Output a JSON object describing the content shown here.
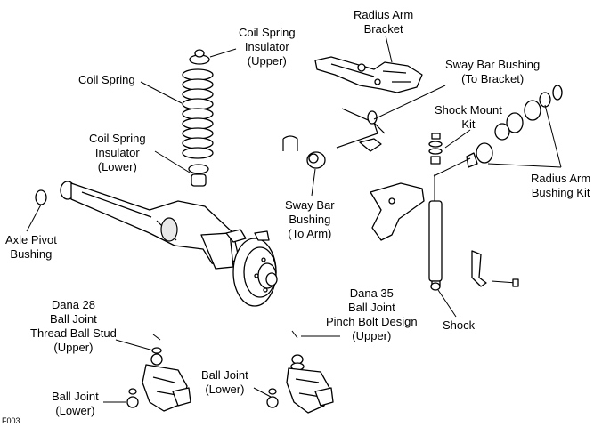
{
  "figure_code": "F003",
  "labels": {
    "radius_arm_bracket": [
      "Radius Arm",
      "Bracket"
    ],
    "coil_spring_insulator_upper": [
      "Coil Spring",
      "Insulator",
      "(Upper)"
    ],
    "coil_spring": [
      "Coil Spring"
    ],
    "sway_bar_bushing_bracket": [
      "Sway Bar Bushing",
      "(To Bracket)"
    ],
    "shock_mount_kit": [
      "Shock Mount",
      "Kit"
    ],
    "coil_spring_insulator_lower": [
      "Coil Spring",
      "Insulator",
      "(Lower)"
    ],
    "radius_arm_bushing_kit": [
      "Radius Arm",
      "Bushing Kit"
    ],
    "sway_bar_bushing_arm": [
      "Sway Bar",
      "Bushing",
      "(To Arm)"
    ],
    "axle_pivot_bushing": [
      "Axle Pivot",
      "Bushing"
    ],
    "shock": [
      "Shock"
    ],
    "dana35_ball_joint": [
      "Dana 35",
      "Ball Joint",
      "Pinch Bolt Design",
      "(Upper)"
    ],
    "dana28_ball_joint": [
      "Dana 28",
      "Ball Joint",
      "Thread Ball Stud",
      "(Upper)"
    ],
    "ball_joint_lower_center": [
      "Ball Joint",
      "(Lower)"
    ],
    "ball_joint_lower_left": [
      "Ball Joint",
      "(Lower)"
    ]
  }
}
